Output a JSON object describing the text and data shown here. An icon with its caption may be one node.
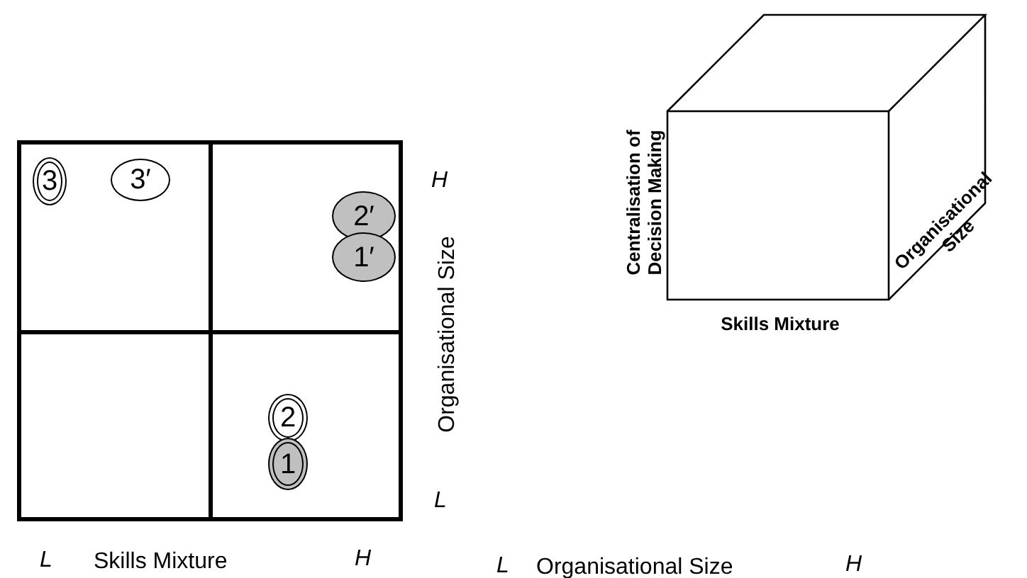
{
  "diagram": {
    "nodes": [
      {
        "text": [],
        "shape": "box"
      },
      {
        "text": [],
        "shape": "box"
      },
      {
        "text": [],
        "shape": "box"
      },
      {
        "text": [],
        "shape": "box"
      },
      {
        "text": [
          "3"
        ],
        "in": 0
      },
      {
        "text": [
          "3′"
        ],
        "in": 0
      },
      {
        "text": [
          "2′"
        ],
        "in": 1
      },
      {
        "text": [
          "1′"
        ],
        "in": 1
      },
      {
        "text": [
          "2"
        ],
        "in": 3
      },
      {
        "text": [
          "1"
        ],
        "in": 3
      }
    ],
    "labels": [
      "H",
      "Organisational Size",
      "L",
      "L",
      "Skills Mixture",
      "H",
      "Centralisation of Decision Making",
      "Skills Mixture",
      "Organisational Size",
      "L",
      "Organisational Size",
      "H"
    ]
  }
}
